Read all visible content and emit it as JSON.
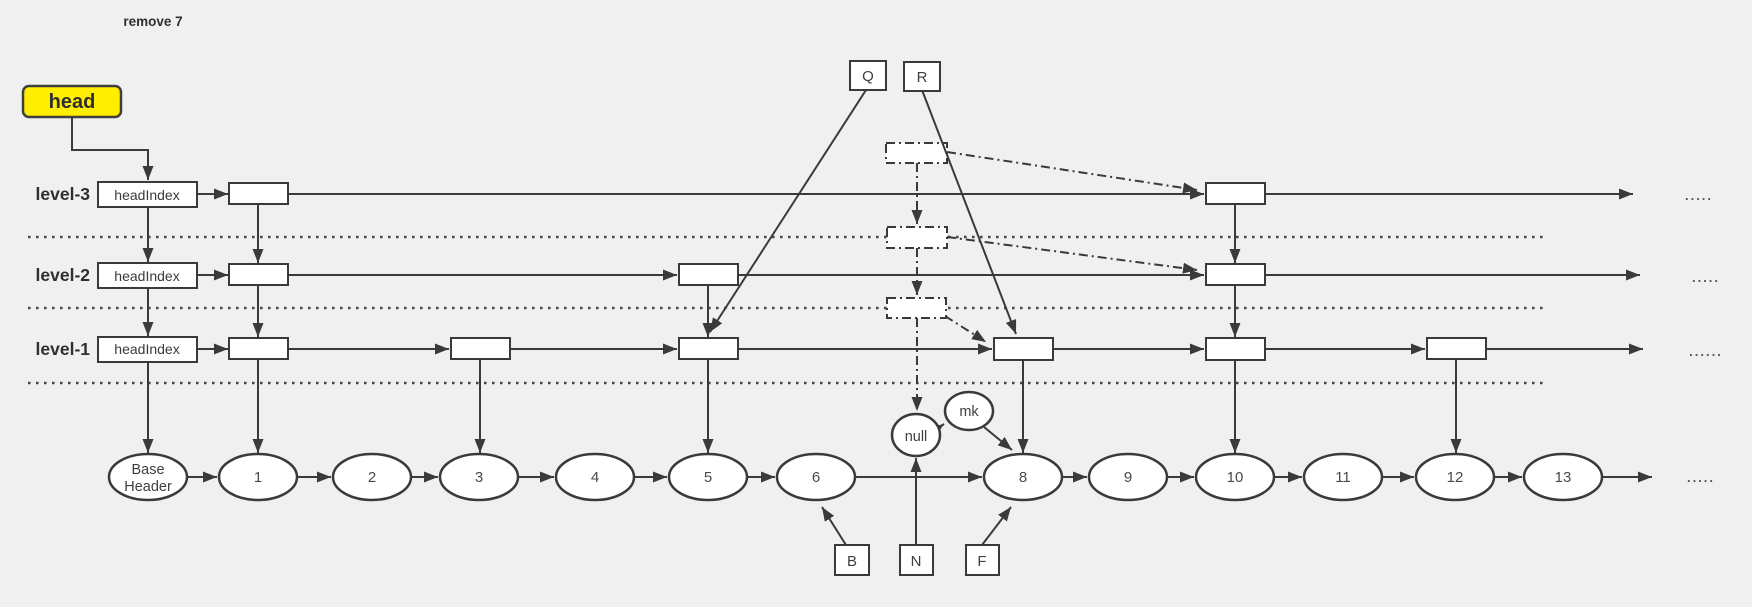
{
  "title": "remove 7",
  "head": {
    "label": "head"
  },
  "levels": [
    {
      "label": "level-3",
      "head_index_label": "headIndex",
      "ellipsis": "....."
    },
    {
      "label": "level-2",
      "head_index_label": "headIndex",
      "ellipsis": "....."
    },
    {
      "label": "level-1",
      "head_index_label": "headIndex",
      "ellipsis": "......"
    }
  ],
  "pointers": {
    "q": "Q",
    "r": "R",
    "b": "B",
    "n": "N",
    "f": "F",
    "mk": "mk",
    "null": "null"
  },
  "base_list": {
    "header_line1": "Base",
    "header_line2": "Header",
    "nodes": [
      "1",
      "2",
      "3",
      "4",
      "5",
      "6",
      "8",
      "9",
      "10",
      "11",
      "12",
      "13"
    ],
    "ellipsis": "....."
  },
  "colors": {
    "background": "#F0F0F0",
    "line": "#3A3A3A",
    "node_fill": "#FFFFFF",
    "head_fill": "#FFEE00"
  }
}
